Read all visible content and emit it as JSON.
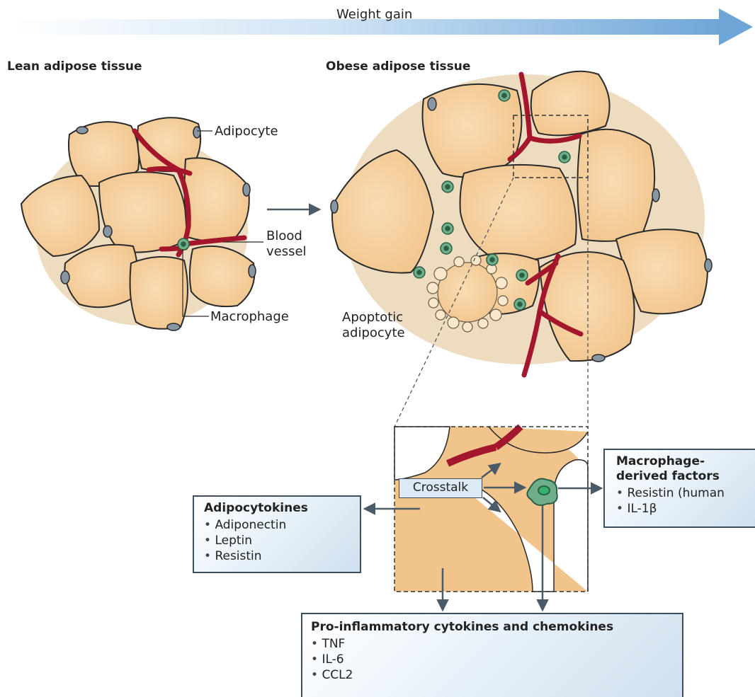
{
  "header": {
    "arrow_label": "Weight gain"
  },
  "lean": {
    "title": "Lean adipose tissue",
    "labels": {
      "adipocyte": "Adipocyte",
      "blood_vessel": "Blood\nvessel",
      "macrophage": "Macrophage"
    }
  },
  "obese": {
    "title": "Obese adipose tissue",
    "labels": {
      "apoptotic": "Apoptotic\nadipocyte"
    }
  },
  "zoom": {
    "crosstalk": "Crosstalk"
  },
  "boxes": {
    "adipocytokines": {
      "title": "Adipocytokines",
      "items": [
        "Adiponectin",
        "Leptin",
        "Resistin"
      ]
    },
    "macrophage_derived": {
      "title": "Macrophage-\nderived factors",
      "items": [
        "Resistin (human",
        "IL-1β"
      ]
    },
    "pro_inflammatory": {
      "title": "Pro-inflammatory cytokines and chemokines",
      "items": [
        "TNF",
        "IL-6",
        "CCL2"
      ]
    }
  },
  "colors": {
    "adipocyte_fill": "#f6d3a4",
    "adipocyte_stroke": "#2a2a2a",
    "vessel": "#a3162b",
    "macrophage": "#6fae8a",
    "arrow": "#4a5a66",
    "gradient_arrow": "#6ea6d8"
  }
}
